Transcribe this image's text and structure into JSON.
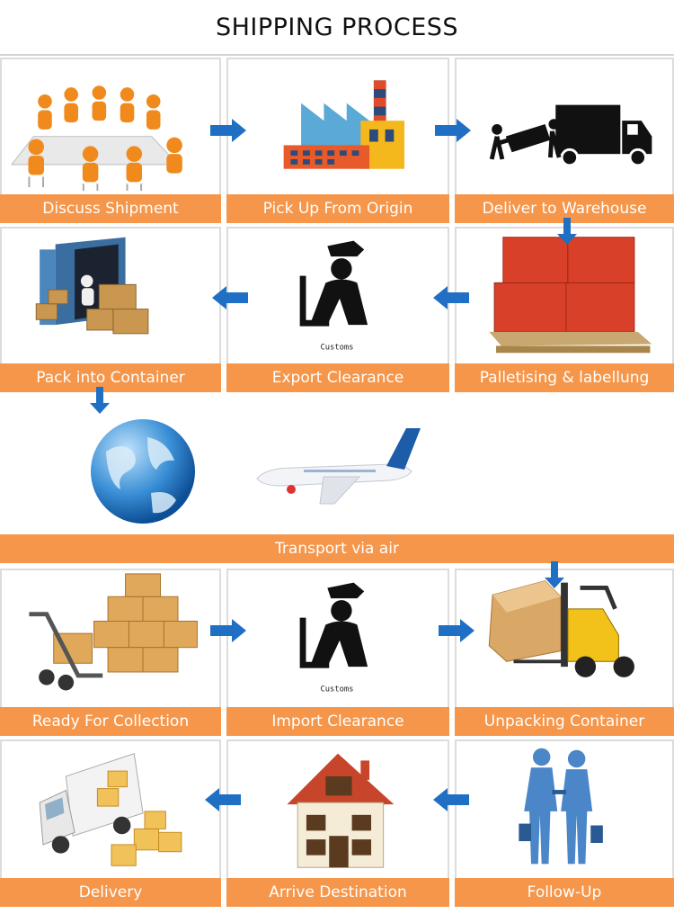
{
  "title": "SHIPPING PROCESS",
  "steps": {
    "s1": "Discuss Shipment",
    "s2": "Pick Up From Origin",
    "s3": "Deliver to Warehouse",
    "s4": "Palletising & labellung",
    "s5": "Export Clearance",
    "s6": "Pack  into Container",
    "s7": "Transport via air",
    "s8": "Ready For Collection",
    "s9": "Import Clearance",
    "s10": "Unpacking Container",
    "s11": "Follow-Up",
    "s12": "Arrive Destination",
    "s13": "Delivery"
  },
  "customs_sign": "Customs",
  "colors": {
    "band": "#f5964a",
    "arrow": "#1f6fc4",
    "border": "#dcdcdc"
  },
  "icons": [
    "meeting-table-icon",
    "factory-icon",
    "truck-movers-icon",
    "pallet-boxes-icon",
    "customs-officer-icon",
    "container-icon",
    "globe-icon",
    "airplane-icon",
    "hand-truck-crates-icon",
    "forklift-icon",
    "handshake-men-icon",
    "house-icon",
    "delivery-van-icon"
  ]
}
